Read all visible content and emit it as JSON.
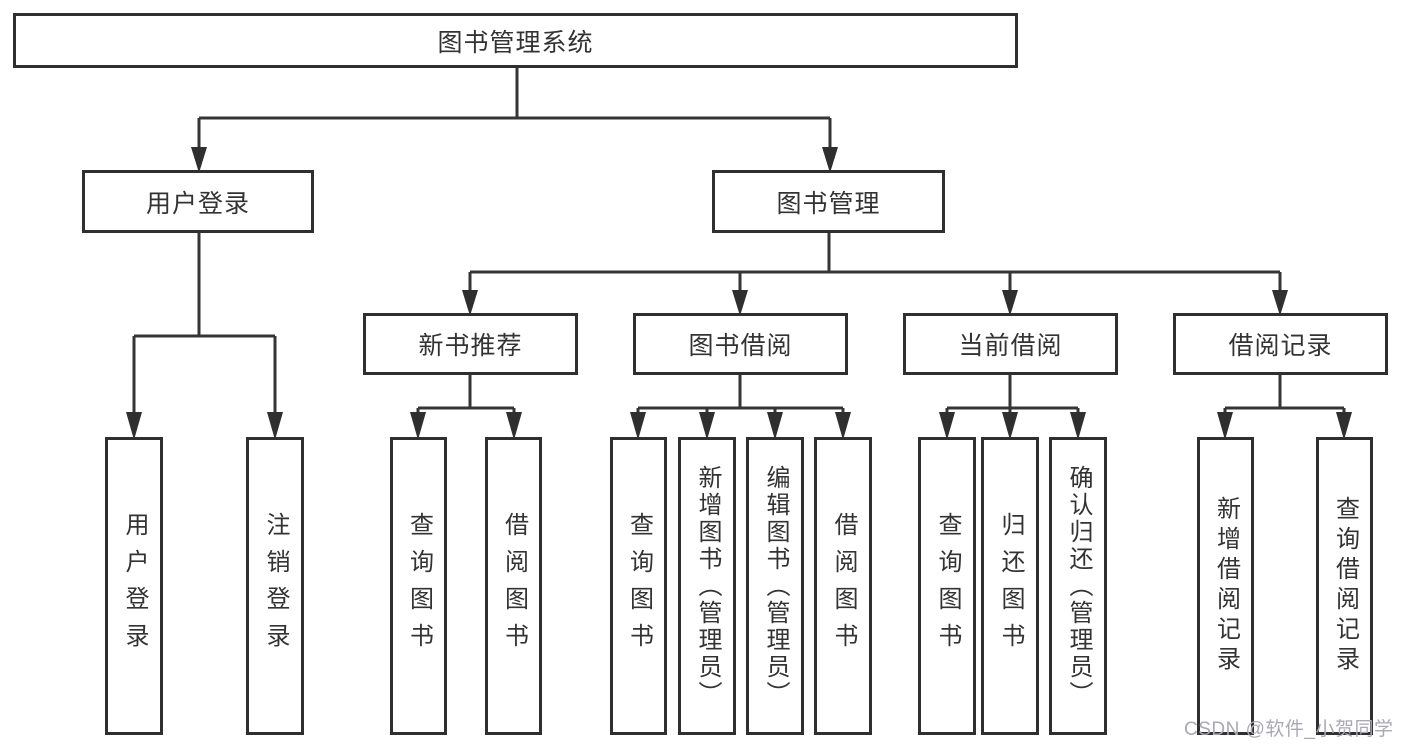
{
  "diagram": {
    "root": "图书管理系统",
    "level2": [
      "用户登录",
      "图书管理"
    ],
    "level3": [
      "新书推荐",
      "图书借阅",
      "当前借阅",
      "借阅记录"
    ],
    "leaves": {
      "user_login": [
        "用户登录",
        "注销登录"
      ],
      "new_book": [
        "查询图书",
        "借阅图书"
      ],
      "book_borrow": [
        "查询图书",
        "新增图书（管理员）",
        "编辑图书（管理员）",
        "借阅图书"
      ],
      "current_borrow": [
        "查询图书",
        "归还图书",
        "确认归还（管理员）"
      ],
      "borrow_record": [
        "新增借阅记录",
        "查询借阅记录"
      ]
    }
  },
  "watermark": "CSDN @软件_小贺同学",
  "colors": {
    "line": "#353535",
    "border": "#2f2f2f",
    "text": "#333333",
    "watermark": "#a9a9b2",
    "background": "#ffffff"
  }
}
